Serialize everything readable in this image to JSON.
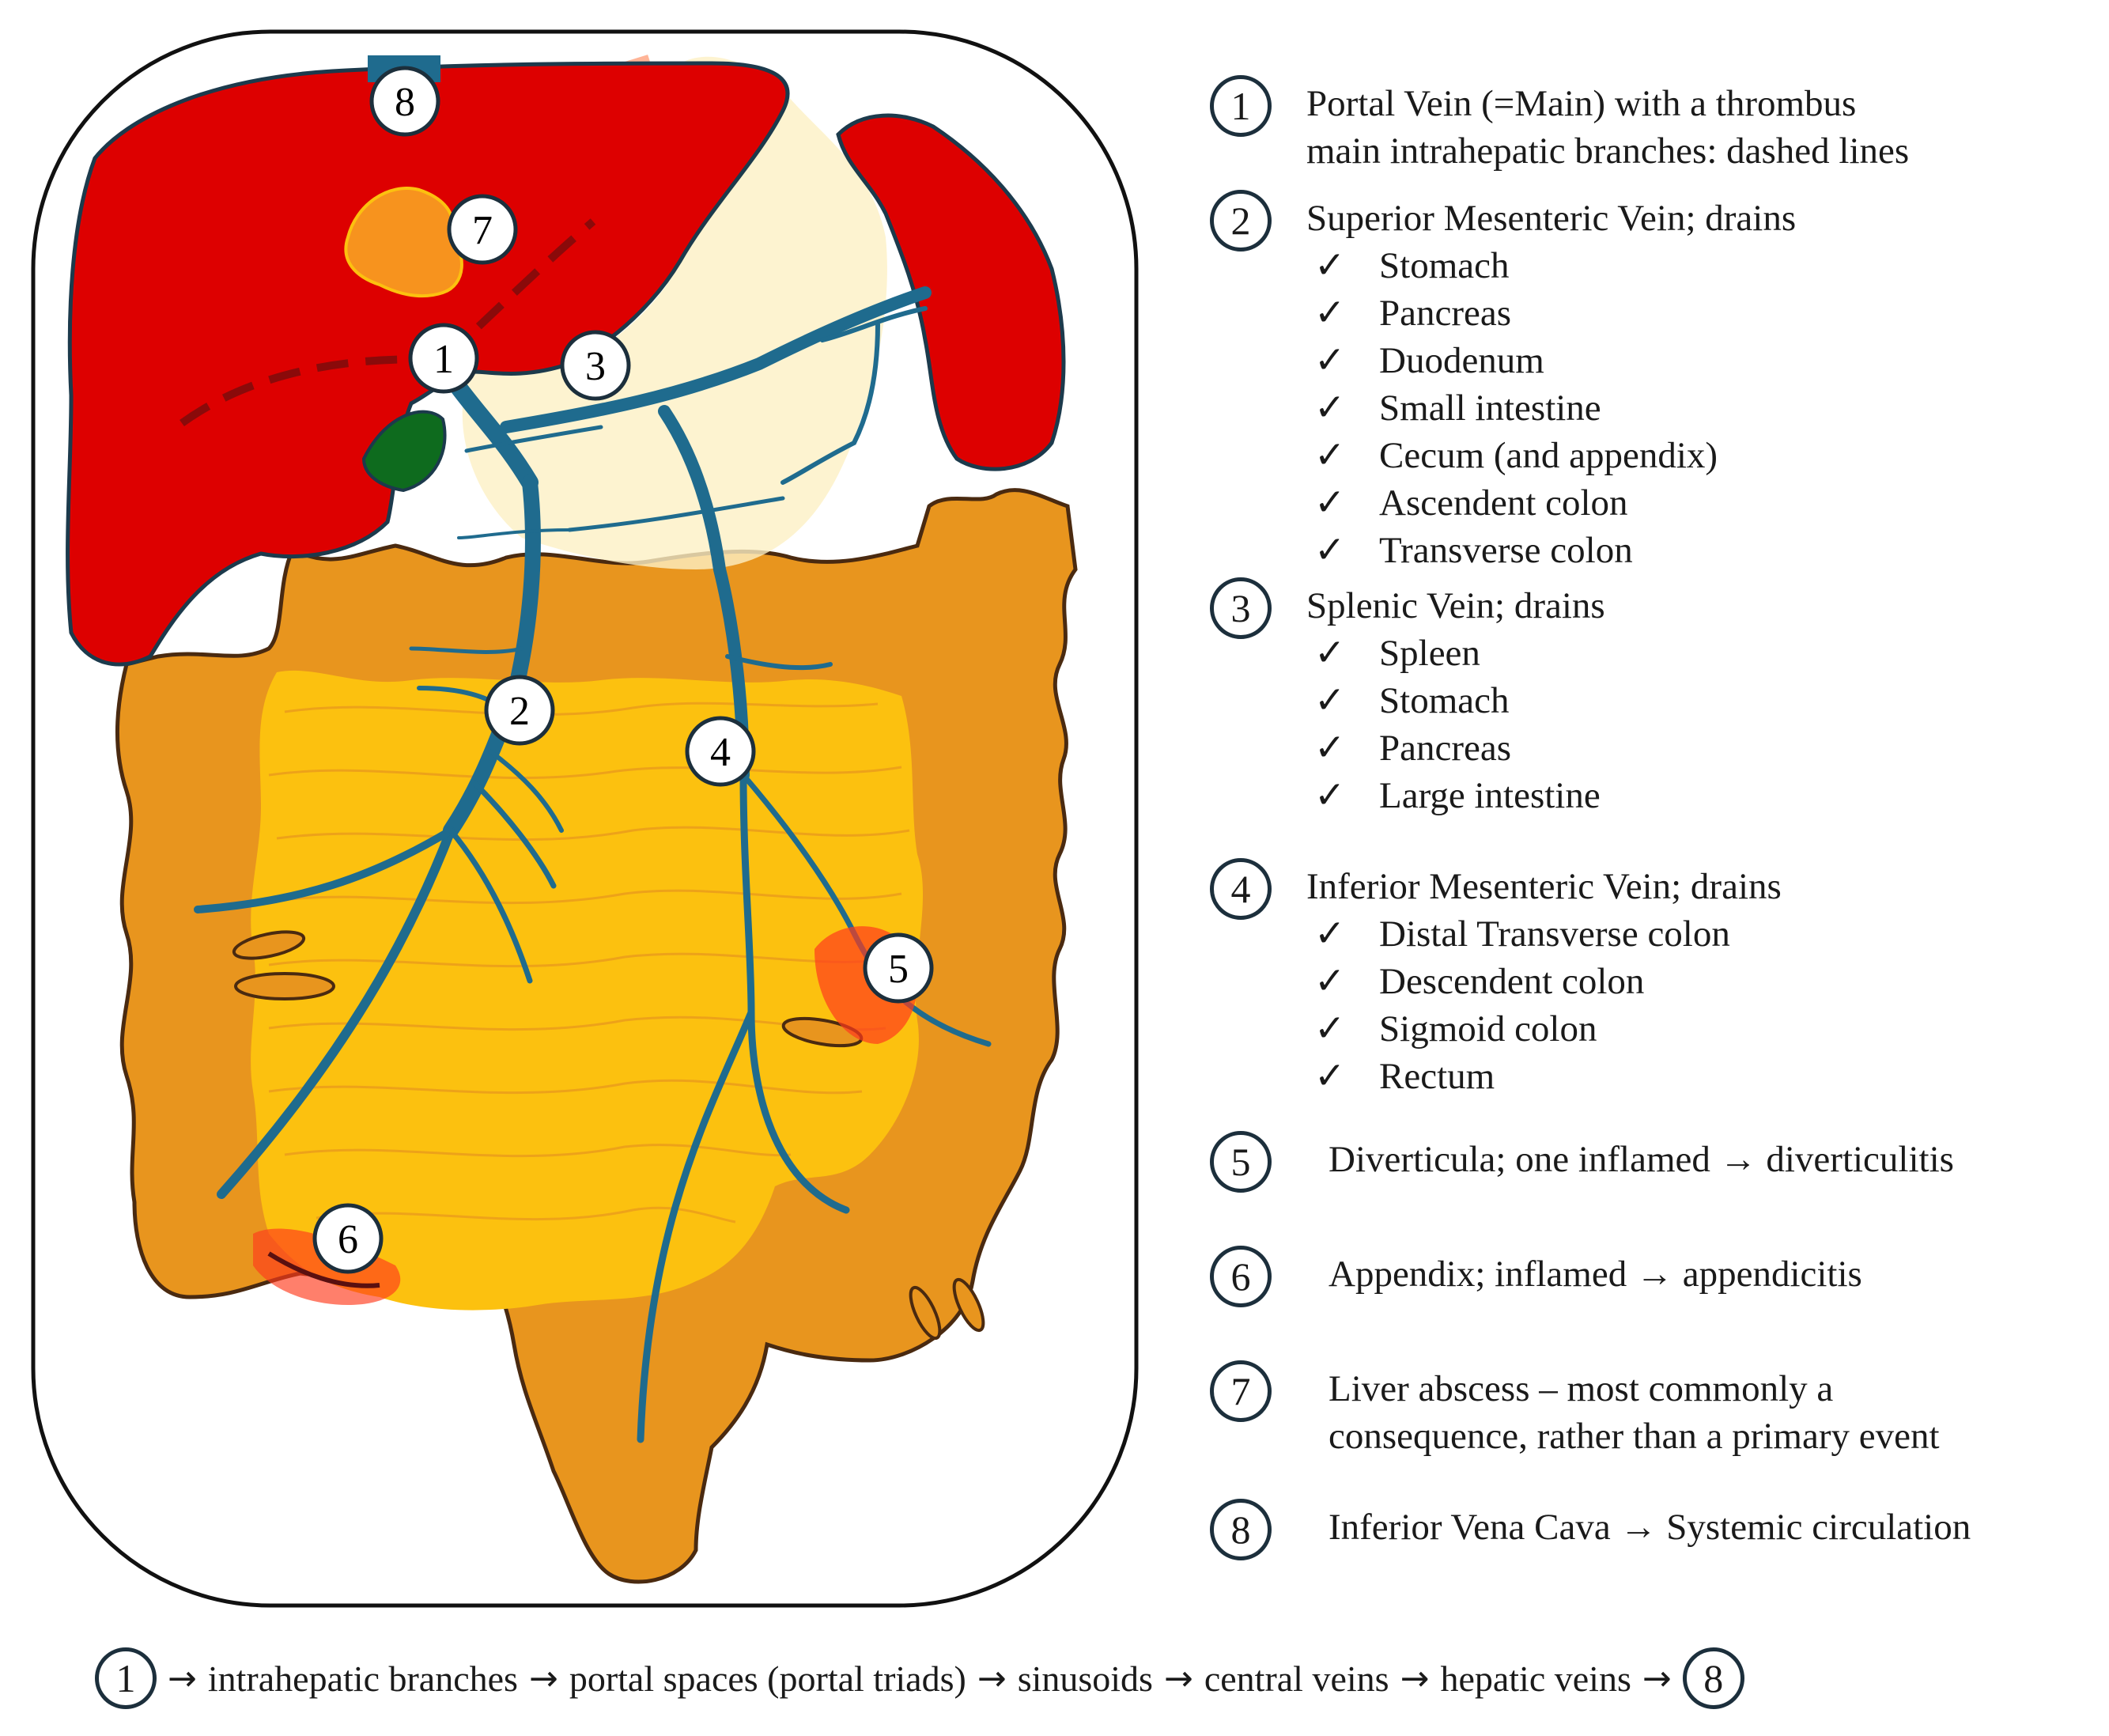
{
  "diagram": {
    "markers": [
      {
        "id": "m1",
        "label": "1"
      },
      {
        "id": "m2",
        "label": "2"
      },
      {
        "id": "m3",
        "label": "3"
      },
      {
        "id": "m4",
        "label": "4"
      },
      {
        "id": "m5",
        "label": "5"
      },
      {
        "id": "m6",
        "label": "6"
      },
      {
        "id": "m7",
        "label": "7"
      },
      {
        "id": "m8",
        "label": "8"
      }
    ],
    "colors": {
      "liver": "#dd0000",
      "colon": "#e8951e",
      "small_intestine": "#fcc10f",
      "vein": "#1f6b8e",
      "outline": "#1c2f3c",
      "inflamed": "#ff3b1c",
      "pancreas_spleen_highlight": "#fdf0c4",
      "gallbladder": "#0e6b1e",
      "abscess": "#f7931e",
      "ivc": "#1f6b8e"
    }
  },
  "legend": [
    {
      "number": "1",
      "lines": [
        "Portal Vein (=Main) with a thrombus",
        "main intrahepatic branches: dashed lines"
      ],
      "items": []
    },
    {
      "number": "2",
      "lines": [
        "Superior Mesenteric Vein; drains"
      ],
      "items": [
        "Stomach",
        "Pancreas",
        "Duodenum",
        "Small intestine",
        "Cecum (and appendix)",
        "Ascendent colon",
        "Transverse colon"
      ]
    },
    {
      "number": "3",
      "lines": [
        "Splenic Vein; drains"
      ],
      "items": [
        "Spleen",
        "Stomach",
        "Pancreas",
        "Large intestine"
      ]
    },
    {
      "number": "4",
      "lines": [
        "Inferior Mesenteric Vein; drains"
      ],
      "items": [
        "Distal Transverse colon",
        "Descendent colon",
        "Sigmoid colon",
        "Rectum"
      ]
    },
    {
      "number": "5",
      "lines": [
        "Diverticula; one inflamed → diverticulitis"
      ],
      "items": []
    },
    {
      "number": "6",
      "lines": [
        "Appendix; inflamed → appendicitis"
      ],
      "items": []
    },
    {
      "number": "7",
      "lines": [
        "Liver abscess – most commonly a",
        "consequence, rather than a primary event"
      ],
      "items": []
    },
    {
      "number": "8",
      "lines": [
        "Inferior Vena Cava → Systemic circulation"
      ],
      "items": []
    }
  ],
  "check_glyph": "✓",
  "flow": {
    "start": "1",
    "steps": [
      "intrahepatic branches",
      "portal spaces (portal triads)",
      "sinusoids",
      "central veins",
      "hepatic veins"
    ],
    "end": "8",
    "arrow": "→"
  }
}
